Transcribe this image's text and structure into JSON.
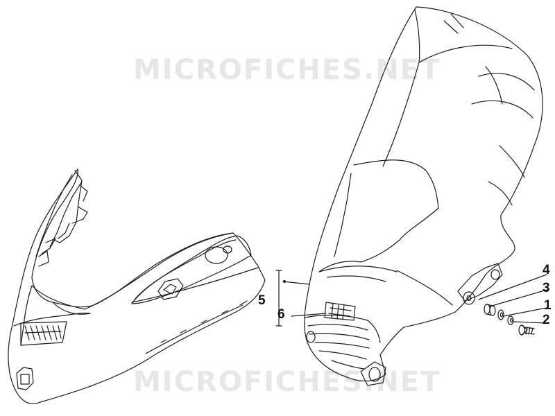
{
  "watermark": {
    "text": "MICROFICHES.NET",
    "color": "#e7e7e7"
  },
  "callouts": [
    {
      "id": "1",
      "label": "1"
    },
    {
      "id": "2",
      "label": "2"
    },
    {
      "id": "3",
      "label": "3"
    },
    {
      "id": "4",
      "label": "4"
    },
    {
      "id": "5",
      "label": "5"
    },
    {
      "id": "6",
      "label": "6"
    }
  ],
  "parts": [
    {
      "name": "front-shield-cover"
    },
    {
      "name": "front-mudguard"
    },
    {
      "name": "screw"
    },
    {
      "name": "washer"
    },
    {
      "name": "spacer"
    },
    {
      "name": "badge"
    }
  ],
  "colors": {
    "line": "#1a1a1a",
    "background": "#ffffff"
  }
}
